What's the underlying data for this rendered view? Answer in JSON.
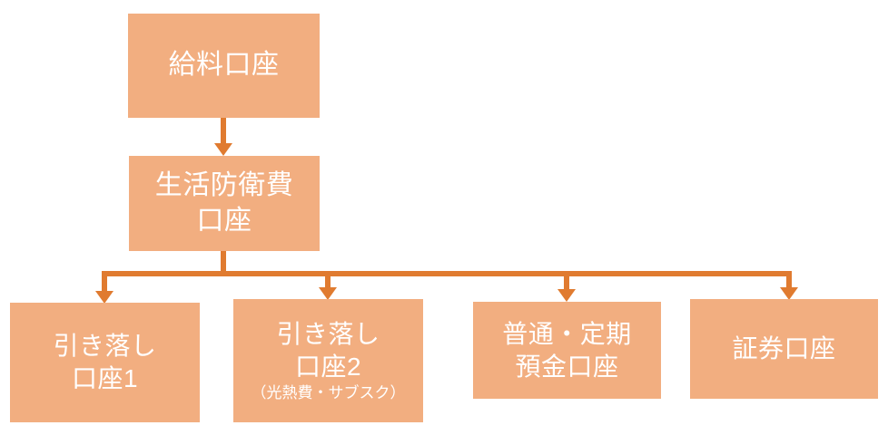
{
  "diagram": {
    "type": "flowchart",
    "orientation": "top-down",
    "colors": {
      "node_fill": "#F2AE80",
      "node_text": "#FFFFFF",
      "connector": "#E07B30",
      "background": "#FFFFFF"
    },
    "nodes": [
      {
        "id": "salary",
        "lines": [
          "給料口座"
        ],
        "level": 0
      },
      {
        "id": "emergency",
        "lines": [
          "生活防衛費",
          "口座"
        ],
        "level": 1
      },
      {
        "id": "debit1",
        "lines": [
          "引き落し",
          "口座1"
        ],
        "level": 2
      },
      {
        "id": "debit2",
        "lines": [
          "引き落し",
          "口座2"
        ],
        "sub": "（光熱費・サブスク）",
        "level": 2
      },
      {
        "id": "deposit",
        "lines": [
          "普通・定期",
          "預金口座"
        ],
        "level": 2
      },
      {
        "id": "securities",
        "lines": [
          "証券口座"
        ],
        "level": 2
      }
    ],
    "edges": [
      {
        "from": "salary",
        "to": "emergency",
        "style": "arrow"
      },
      {
        "from": "emergency",
        "to": "debit1",
        "style": "arrow"
      },
      {
        "from": "emergency",
        "to": "debit2",
        "style": "arrow"
      },
      {
        "from": "emergency",
        "to": "deposit",
        "style": "arrow"
      },
      {
        "from": "emergency",
        "to": "securities",
        "style": "arrow"
      }
    ]
  }
}
